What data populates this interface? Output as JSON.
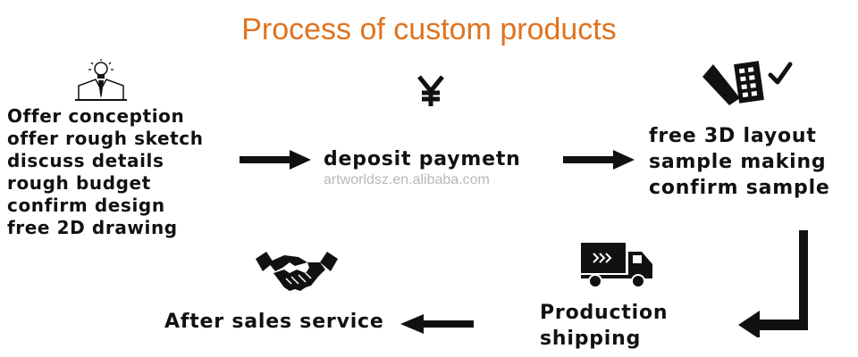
{
  "title": "Process of custom products",
  "watermark": "artworldsz.en.alibaba.com",
  "colors": {
    "title": "#e0731f",
    "ink": "#111111",
    "watermark": "#b8b8b8"
  },
  "step1": {
    "icon": "lightbulb-person-icon",
    "lines": [
      "Offer conception",
      "offer rough sketch",
      "discuss details",
      "rough budget",
      "confirm design",
      "free 2D drawing"
    ]
  },
  "step2": {
    "icon": "yen-icon",
    "label": "deposit paymetn"
  },
  "step3": {
    "icon": "layout-check-icon",
    "lines": [
      "free 3D layout",
      "sample making",
      "confirm sample"
    ]
  },
  "step4": {
    "icon": "truck-icon",
    "lines": [
      "Production",
      "shipping"
    ]
  },
  "step5": {
    "icon": "handshake-icon",
    "label": "After sales service"
  }
}
